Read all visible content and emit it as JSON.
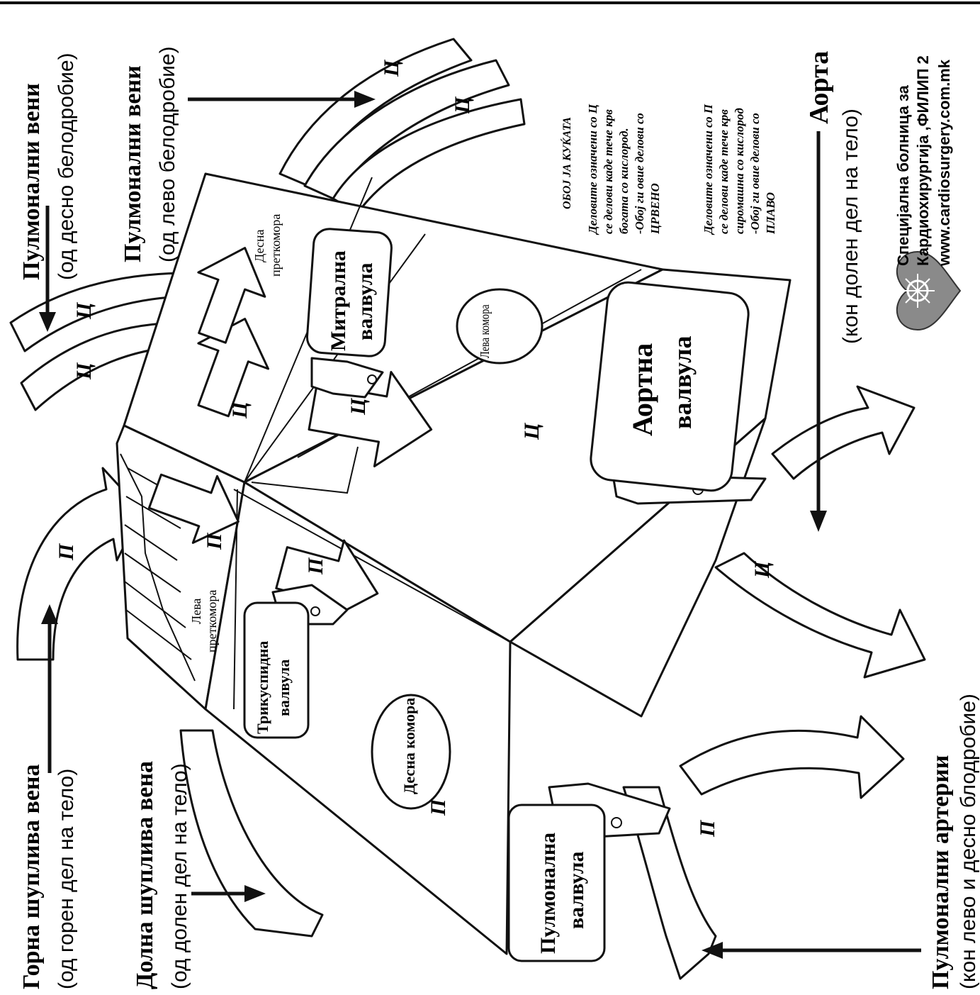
{
  "labels": {
    "svc_title": "Горна шуплива вена",
    "svc_sub": "(од горен дел на тело)",
    "ivc_title": "Долна шуплива вена",
    "ivc_sub": "(од долен дел на тело)",
    "pv_right_title": "Пулмонални вени",
    "pv_right_sub": "(од десно белодробие)",
    "pv_left_title": "Пулмонални вени",
    "pv_left_sub": "(од лево белодробие)",
    "aorta_title": "Аорта",
    "aorta_sub": "(кон долен дел на тело)",
    "pa_title": "Пулмонални артерии",
    "pa_sub": "(кон лево и десно блодробие)"
  },
  "chambers": {
    "right_ventricle": "Десна комора",
    "left_ventricle": "Лева комора",
    "left_atrium_top": "Лева",
    "left_atrium_bottom": "преткомора",
    "right_atrium_top": "Десна",
    "right_atrium_bottom": "преткомора"
  },
  "valves": {
    "mitral_1": "Митрална",
    "mitral_2": "валвула",
    "aortic_1": "Аортна",
    "aortic_2": "валвула",
    "tricuspid_1": "Трикуспидна",
    "tricuspid_2": "валвула",
    "pulmonary_1": "Пулмонална",
    "pulmonary_2": "валвула"
  },
  "letters": {
    "blue": "П",
    "red": "Ц"
  },
  "instructions": {
    "heading": "ОБОЈ ЈА КУЌАТА",
    "red_line1": "Деловите означени со Ц",
    "red_line2": "се делови каде тече крв",
    "red_line3": "богата со кислород.",
    "red_line4": "-Обој ги овие делови со",
    "red_line5": "ЦРВЕНО",
    "blue_line1": "Деловите означени со П",
    "blue_line2": "се делови каде тече крв",
    "blue_line3": "сиромашна со кислород",
    "blue_line4": "-Обој ги овие делови со",
    "blue_line5": "ПЛАВО"
  },
  "credits": {
    "line1": "Специјална болница за",
    "line2": "Кардиохирургија ,ФИЛИП 2",
    "line3": "www.cardiosurgery.com.mk"
  }
}
